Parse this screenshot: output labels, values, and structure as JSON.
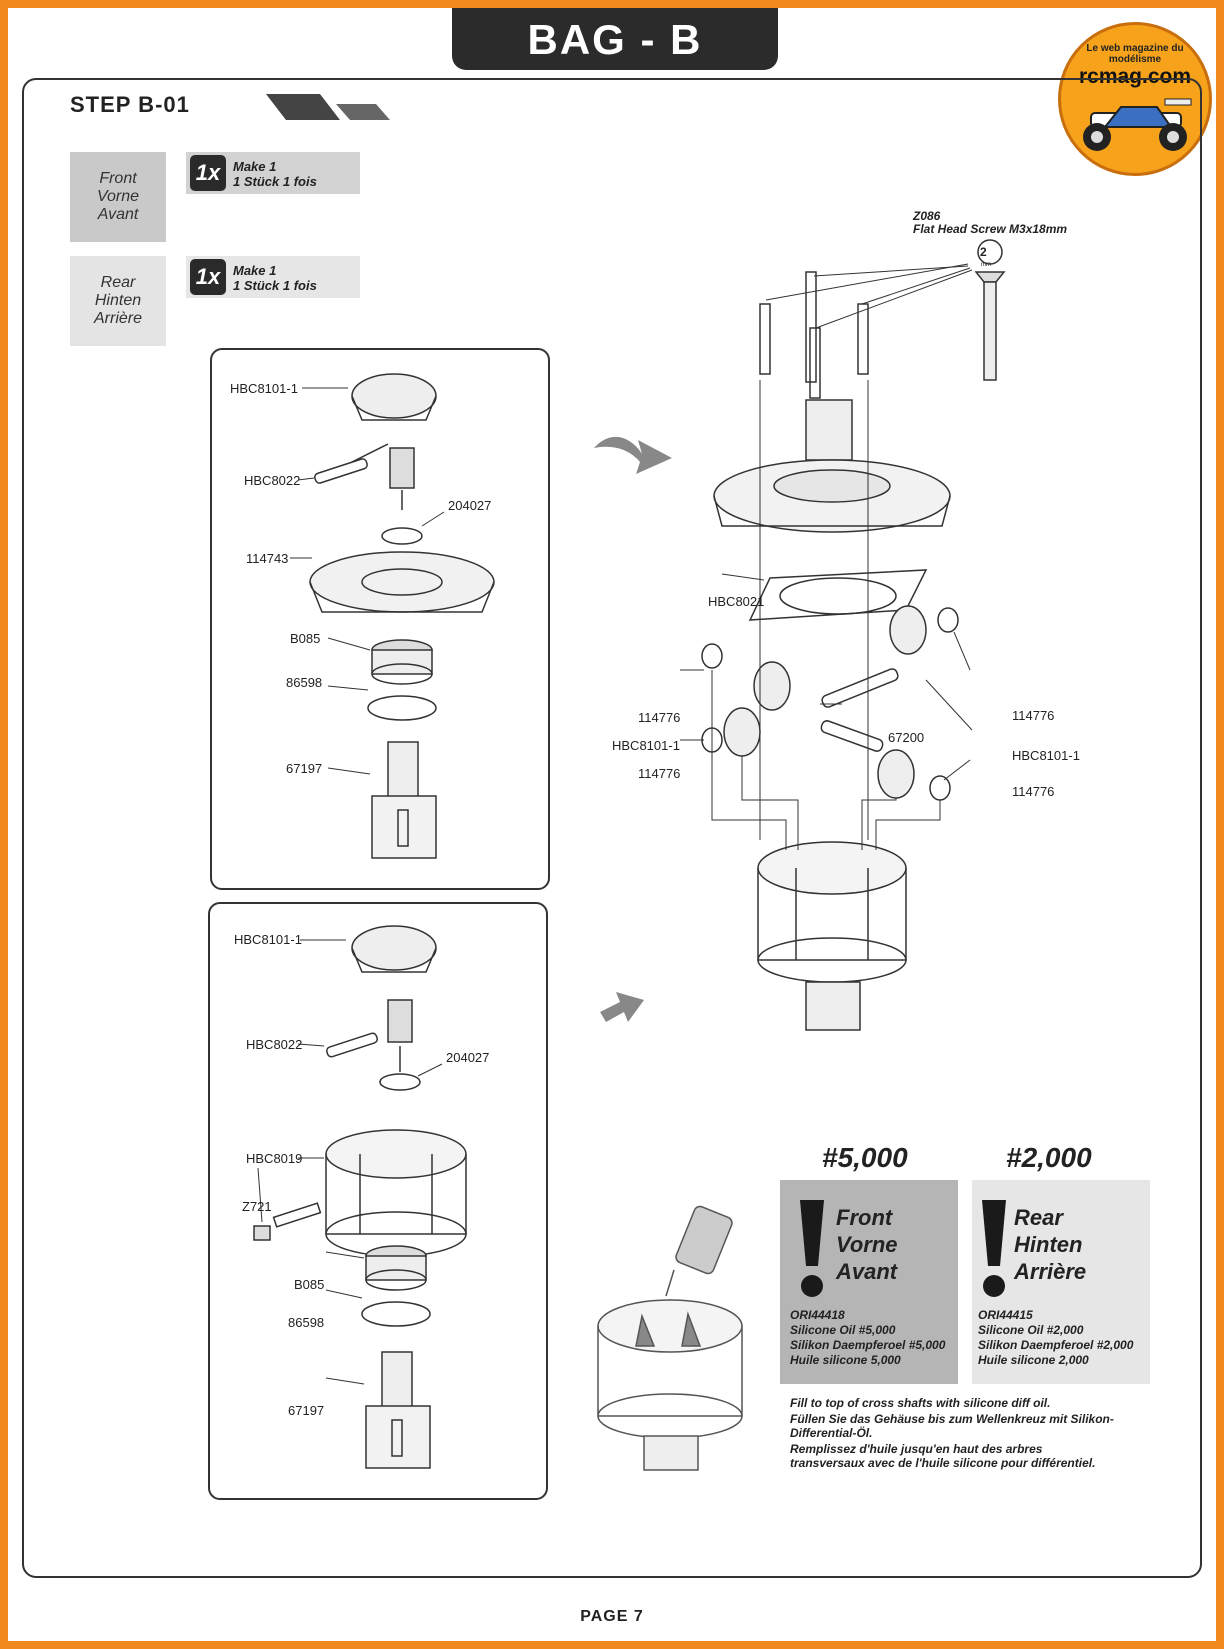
{
  "header": {
    "bag": "BAG - B",
    "step": "STEP B-01"
  },
  "logo": {
    "tagline": "Le web magazine du modélisme",
    "brand": "rcmag.com"
  },
  "locations": {
    "front": {
      "l1": "Front",
      "l2": "Vorne",
      "l3": "Avant"
    },
    "rear": {
      "l1": "Rear",
      "l2": "Hinten",
      "l3": "Arrière"
    }
  },
  "quantity": {
    "badge": "1x",
    "make": "Make 1",
    "stueck": "1 Stück   1 fois"
  },
  "front_panel": {
    "parts": [
      "HBC8101-1",
      "HBC8022",
      "204027",
      "114743",
      "B085",
      "86598",
      "67197"
    ]
  },
  "rear_panel": {
    "parts": [
      "HBC8101-1",
      "HBC8022",
      "204027",
      "HBC8019",
      "Z721",
      "B085",
      "86598",
      "67197"
    ]
  },
  "assembly": {
    "screw_code": "Z086",
    "screw_name": "Flat Head Screw M3x18mm",
    "wrench": "2",
    "wrench_unit": "mm",
    "gasket": "HBC8021",
    "washer_a": "114776",
    "washer_b": "114776",
    "washer_c": "114776",
    "washer_d": "114776",
    "gear_a": "HBC8101-1",
    "gear_b": "HBC8101-1",
    "cross": "67200"
  },
  "oil": {
    "front": {
      "num": "#5,000",
      "l1": "Front",
      "l2": "Vorne",
      "l3": "Avant",
      "s1": "ORI44418",
      "s2": "Silicone Oil #5,000",
      "s3": "Silikon Daempferoel #5,000",
      "s4": "Huile silicone 5,000"
    },
    "rear": {
      "num": "#2,000",
      "l1": "Rear",
      "l2": "Hinten",
      "l3": "Arrière",
      "s1": "ORI44415",
      "s2": "Silicone Oil #2,000",
      "s3": "Silikon Daempferoel #2,000",
      "s4": "Huile silicone 2,000"
    }
  },
  "note": {
    "en": "Fill to top of cross shafts with silicone diff oil.",
    "de": "Füllen Sie das Gehäuse bis zum Wellenkreuz mit Silikon-Differential-Öl.",
    "fr": "Remplissez d'huile jusqu'en haut des arbres transversaux avec de l'huile silicone pour différentiel."
  },
  "page": "PAGE 7",
  "colors": {
    "frame": "#f08a1e",
    "dark": "#2b2b2b"
  }
}
